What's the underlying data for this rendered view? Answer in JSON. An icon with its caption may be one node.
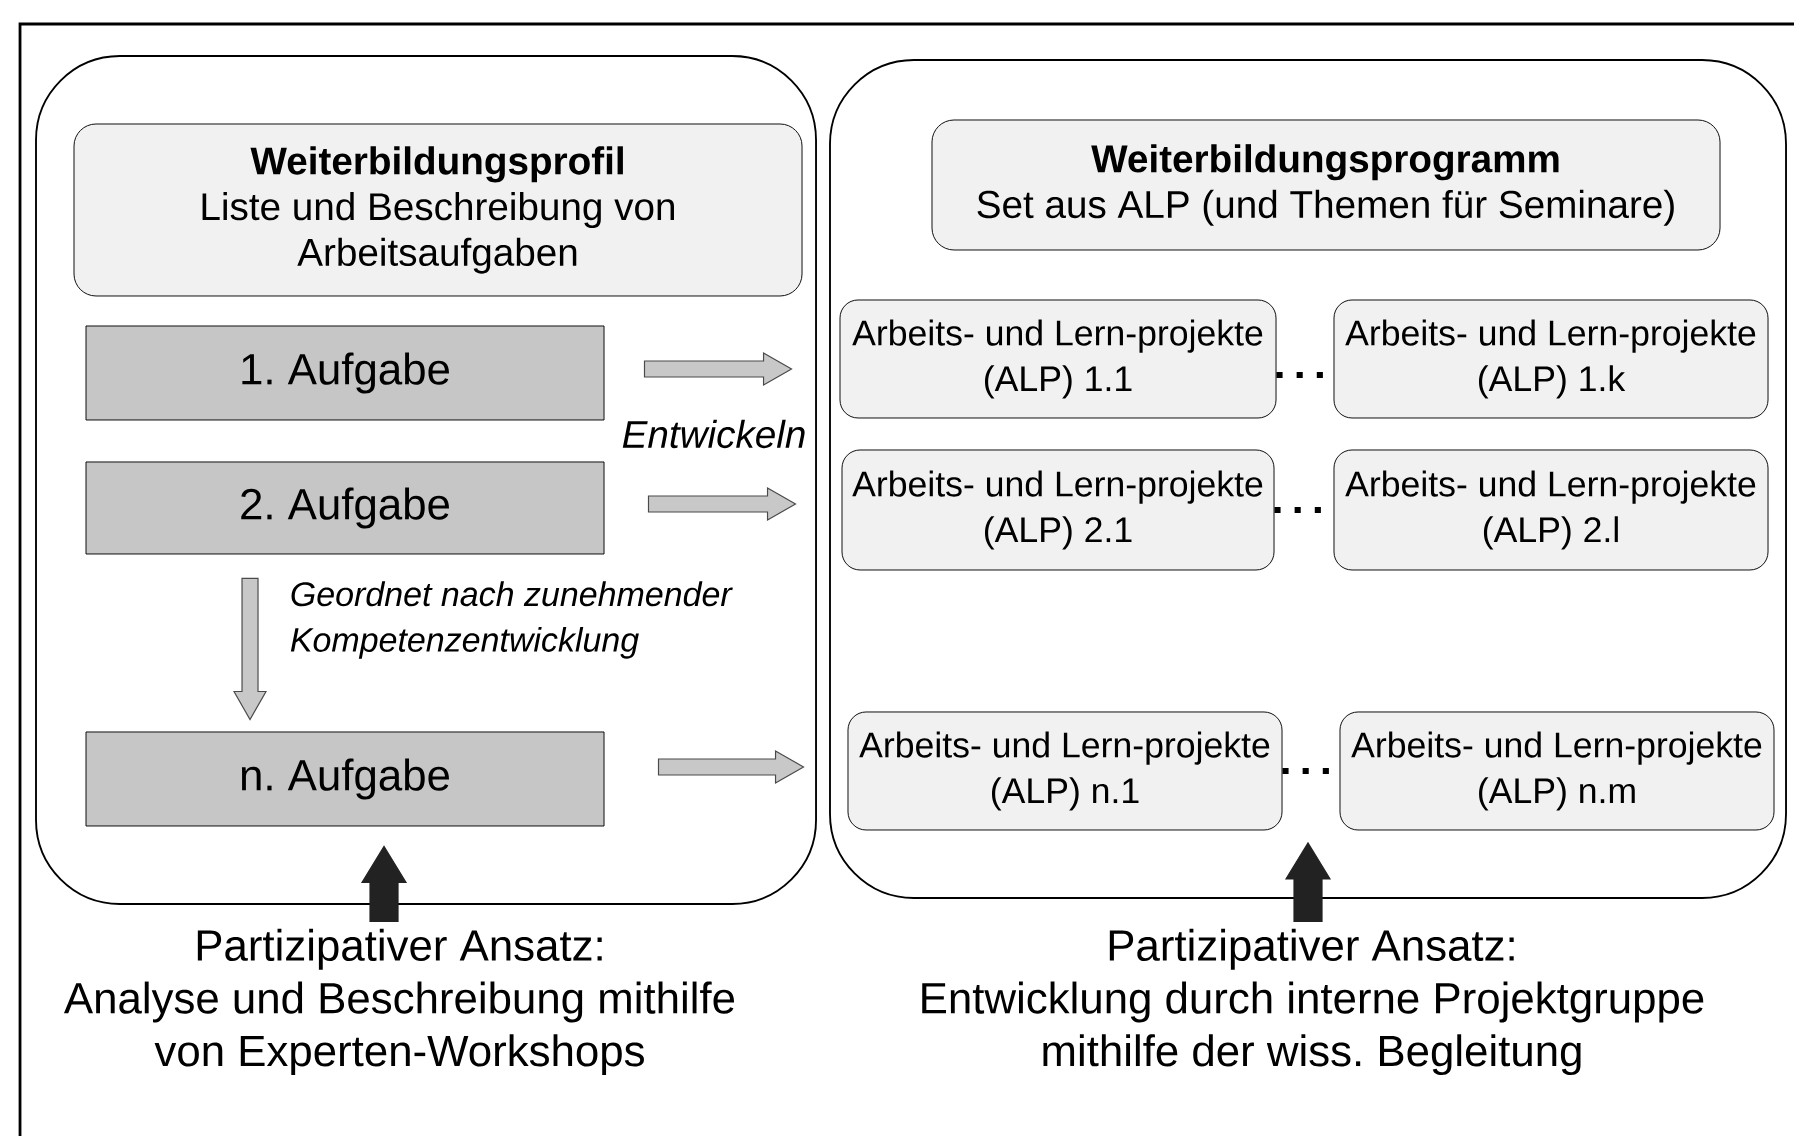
{
  "diagram": {
    "nodes": [
      {
        "text": [],
        "shape": "box"
      },
      {
        "text": [
          "Weiterbildungsprofil",
          "Liste und Beschreibung von Arbeitsaufgaben"
        ],
        "in": 0
      },
      {
        "text": [
          "1. Aufgabe"
        ],
        "in": 0
      },
      {
        "text": [
          "2. Aufgabe"
        ],
        "in": 0
      },
      {
        "text": [
          "n. Aufgabe"
        ],
        "in": 0
      },
      {
        "text": [],
        "shape": "box"
      },
      {
        "text": [
          "Weiterbildungsprogramm",
          "Set aus ALP (und Themen für Seminare)"
        ],
        "in": 5
      },
      {
        "text": [
          "Arbeits- und Lern-projekte (ALP) 1.1"
        ],
        "in": 5
      },
      {
        "text": [
          "Arbeits- und Lern-projekte (ALP) 1.k"
        ],
        "in": 5
      },
      {
        "text": [
          "Arbeits- und Lern-projekte (ALP) 2.1"
        ],
        "in": 5
      },
      {
        "text": [
          "Arbeits- und Lern-projekte (ALP) 2.l"
        ],
        "in": 5
      },
      {
        "text": [
          "Arbeits- und Lern-projekte (ALP) n.1"
        ],
        "in": 5
      },
      {
        "text": [
          "Arbeits- und Lern-projekte (ALP) n.m"
        ],
        "in": 5
      },
      {
        "text": [
          "Partizipativer Ansatz:",
          "Analyse und Beschreibung mithilfe von Experten-Workshops"
        ]
      },
      {
        "text": [
          "Partizipativer Ansatz:",
          "Entwicklung durch interne Projektgruppe mithilfe der wiss. Begleitung"
        ]
      }
    ],
    "edges": [
      {
        "from": 2,
        "to": 7,
        "arrow": "to"
      },
      {
        "from": 3,
        "to": 9,
        "arrow": "to"
      },
      {
        "from": 4,
        "to": 11,
        "arrow": "to"
      },
      {
        "from": 3,
        "to": 4,
        "arrow": "to",
        "label": "Geordnet nach zunehmender Kompetenzentwicklung"
      },
      {
        "from": 7,
        "to": 8,
        "arrow": "none",
        "style": "dashed"
      },
      {
        "from": 9,
        "to": 10,
        "arrow": "none",
        "style": "dashed"
      },
      {
        "from": 11,
        "to": 12,
        "arrow": "none",
        "style": "dashed"
      },
      {
        "from": 13,
        "to": 4,
        "arrow": "to",
        "style": "thick",
        "color": "#222222"
      },
      {
        "from": 14,
        "to": 5,
        "arrow": "to",
        "style": "thick",
        "color": "#222222"
      }
    ],
    "labels": [
      "Entwickeln"
    ]
  }
}
